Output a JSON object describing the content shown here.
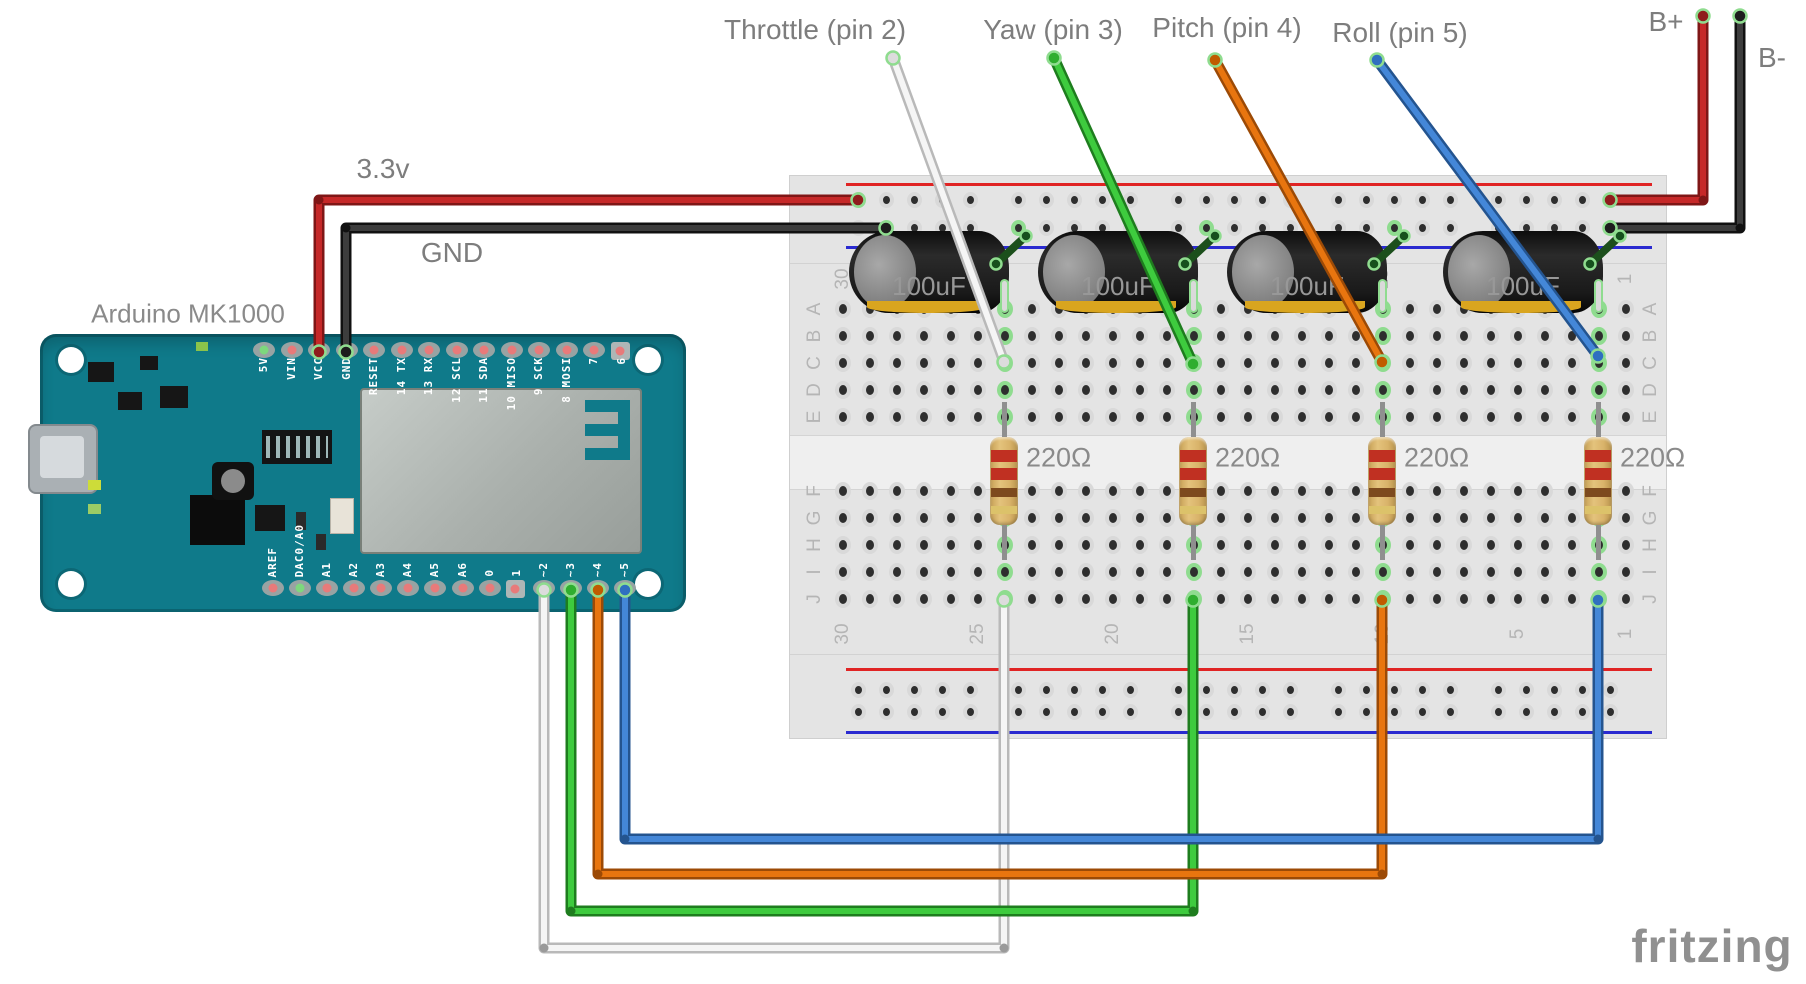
{
  "labels": {
    "throttle": "Throttle (pin 2)",
    "yaw": "Yaw (pin 3)",
    "pitch": "Pitch (pin 4)",
    "roll": "Roll (pin 5)",
    "b_plus": "B+",
    "b_minus": "B-",
    "v33": "3.3v",
    "gnd": "GND",
    "board": "Arduino MK1000",
    "watermark": "fritzing"
  },
  "arduino": {
    "top_pins": [
      "5V",
      "VIN",
      "VCC",
      "GND",
      "RESET",
      "14 TX",
      "13 RX",
      "12 SCL",
      "11 SDA",
      "10 MISO",
      "9 SCK",
      "8 MOSI",
      "7",
      "6"
    ],
    "bottom_pins": [
      "AREF",
      "DAC0/A0",
      "A1",
      "A2",
      "A3",
      "A4",
      "A5",
      "A6",
      "0",
      "1",
      "~2",
      "~3",
      "~4",
      "~5"
    ]
  },
  "breadboard": {
    "rows_top": [
      "A",
      "B",
      "C",
      "D",
      "E"
    ],
    "rows_bottom": [
      "F",
      "G",
      "H",
      "I",
      "J"
    ],
    "column_numbers": [
      "30",
      "25",
      "20",
      "15",
      "10",
      "5",
      "1"
    ]
  },
  "components": {
    "capacitors": [
      "100uF",
      "100uF",
      "100uF",
      "100uF"
    ],
    "resistors": [
      "220Ω",
      "220Ω",
      "220Ω",
      "220Ω"
    ]
  },
  "connections": [
    {
      "signal": "Throttle",
      "arduino_pin": "~2",
      "wire_color": "white"
    },
    {
      "signal": "Yaw",
      "arduino_pin": "~3",
      "wire_color": "green"
    },
    {
      "signal": "Pitch",
      "arduino_pin": "~4",
      "wire_color": "orange"
    },
    {
      "signal": "Roll",
      "arduino_pin": "~5",
      "wire_color": "blue"
    },
    {
      "signal": "3.3v",
      "arduino_pin": "VCC",
      "wire_color": "red"
    },
    {
      "signal": "GND",
      "arduino_pin": "GND",
      "wire_color": "black"
    },
    {
      "signal": "B+",
      "wire_color": "red"
    },
    {
      "signal": "B-",
      "wire_color": "black"
    }
  ],
  "colors": {
    "board_teal": "#0f7a8a",
    "breadboard_bg": "#e4e4e4",
    "rail_red": "#e02424",
    "rail_blue": "#2a2ad0",
    "wire_red": "#c62828",
    "wire_black": "#3d3d3d",
    "wire_white": "#f5f5f5",
    "wire_green": "#3ecb3e",
    "wire_orange": "#e8750f",
    "wire_blue": "#4487d8",
    "label_gray": "#7d7d7d"
  }
}
